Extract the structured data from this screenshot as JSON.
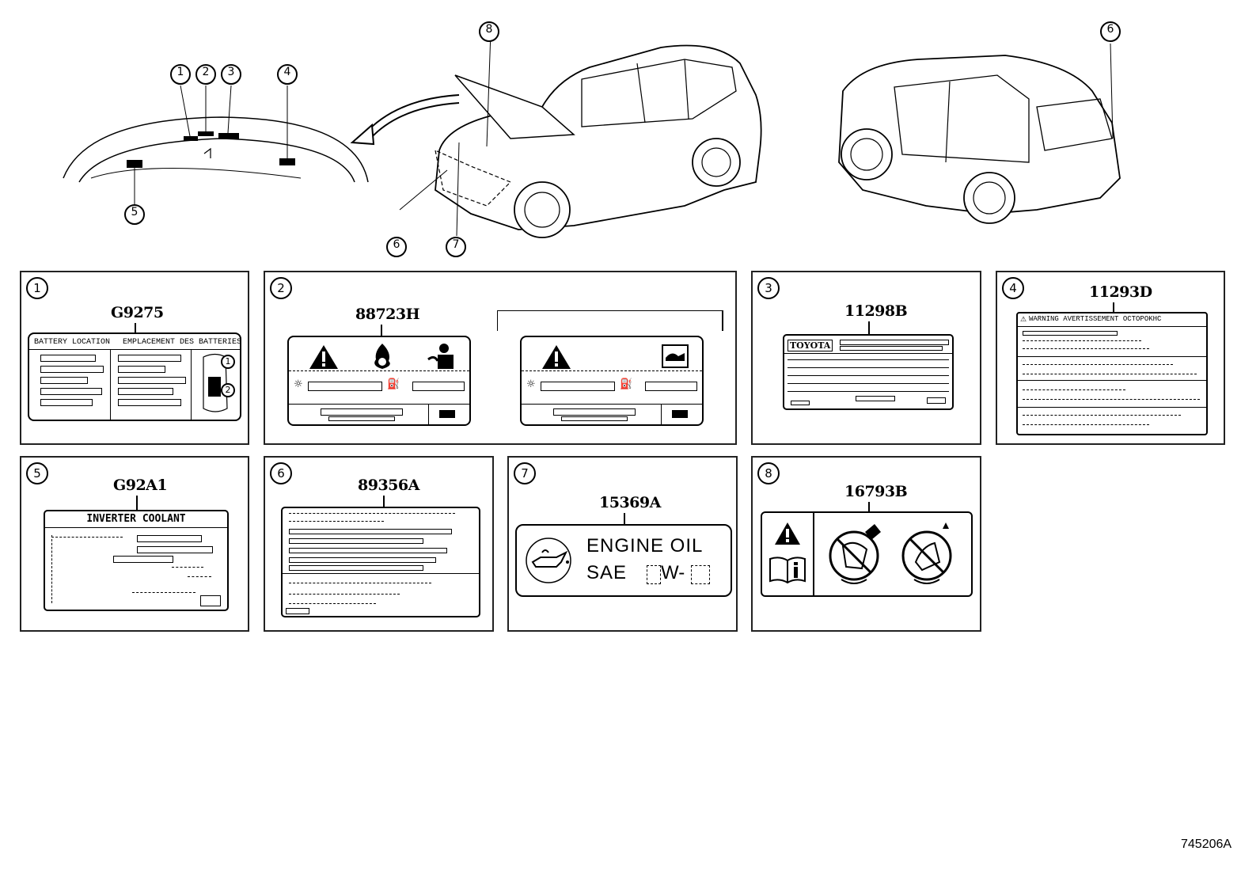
{
  "drawing_id": "745206A",
  "callouts": [
    "1",
    "2",
    "3",
    "4",
    "5",
    "6",
    "7",
    "8"
  ],
  "panels": [
    {
      "num": "1",
      "code": "G9275",
      "label_text": [
        "BATTERY LOCATION",
        "EMPLACEMENT DES BATTERIES"
      ],
      "callouts": [
        "1",
        "2"
      ]
    },
    {
      "num": "2",
      "code": "88723H"
    },
    {
      "num": "3",
      "code": "11298B",
      "label_text": [
        "TOYOTA"
      ]
    },
    {
      "num": "4",
      "code": "11293D",
      "label_text": [
        "WARNING AVERTISSEMENT OCTOPOKHC"
      ]
    },
    {
      "num": "5",
      "code": "G92A1",
      "label_text": [
        "INVERTER COOLANT"
      ]
    },
    {
      "num": "6",
      "code": "89356A"
    },
    {
      "num": "7",
      "code": "15369A",
      "label_text": [
        "ENGINE OIL",
        "SAE",
        "W-"
      ]
    },
    {
      "num": "8",
      "code": "16793B"
    }
  ]
}
